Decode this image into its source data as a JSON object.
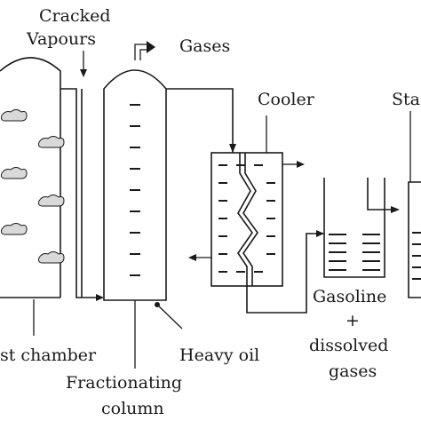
{
  "labels": {
    "cracked_line1": "Cracked",
    "cracked_line2": "Vapours",
    "gases": "Gases",
    "cooler": "Cooler",
    "stabiliser_partial": "Sta",
    "catalyst_chamber_partial": "st chamber",
    "heavy_oil": "Heavy oil",
    "fractionating_line1": "Fractionating",
    "fractionating_line2": "column",
    "gasoline": "Gasoline",
    "plus": "+",
    "dissolved": "dissolved",
    "gases_bottom": "gases"
  }
}
